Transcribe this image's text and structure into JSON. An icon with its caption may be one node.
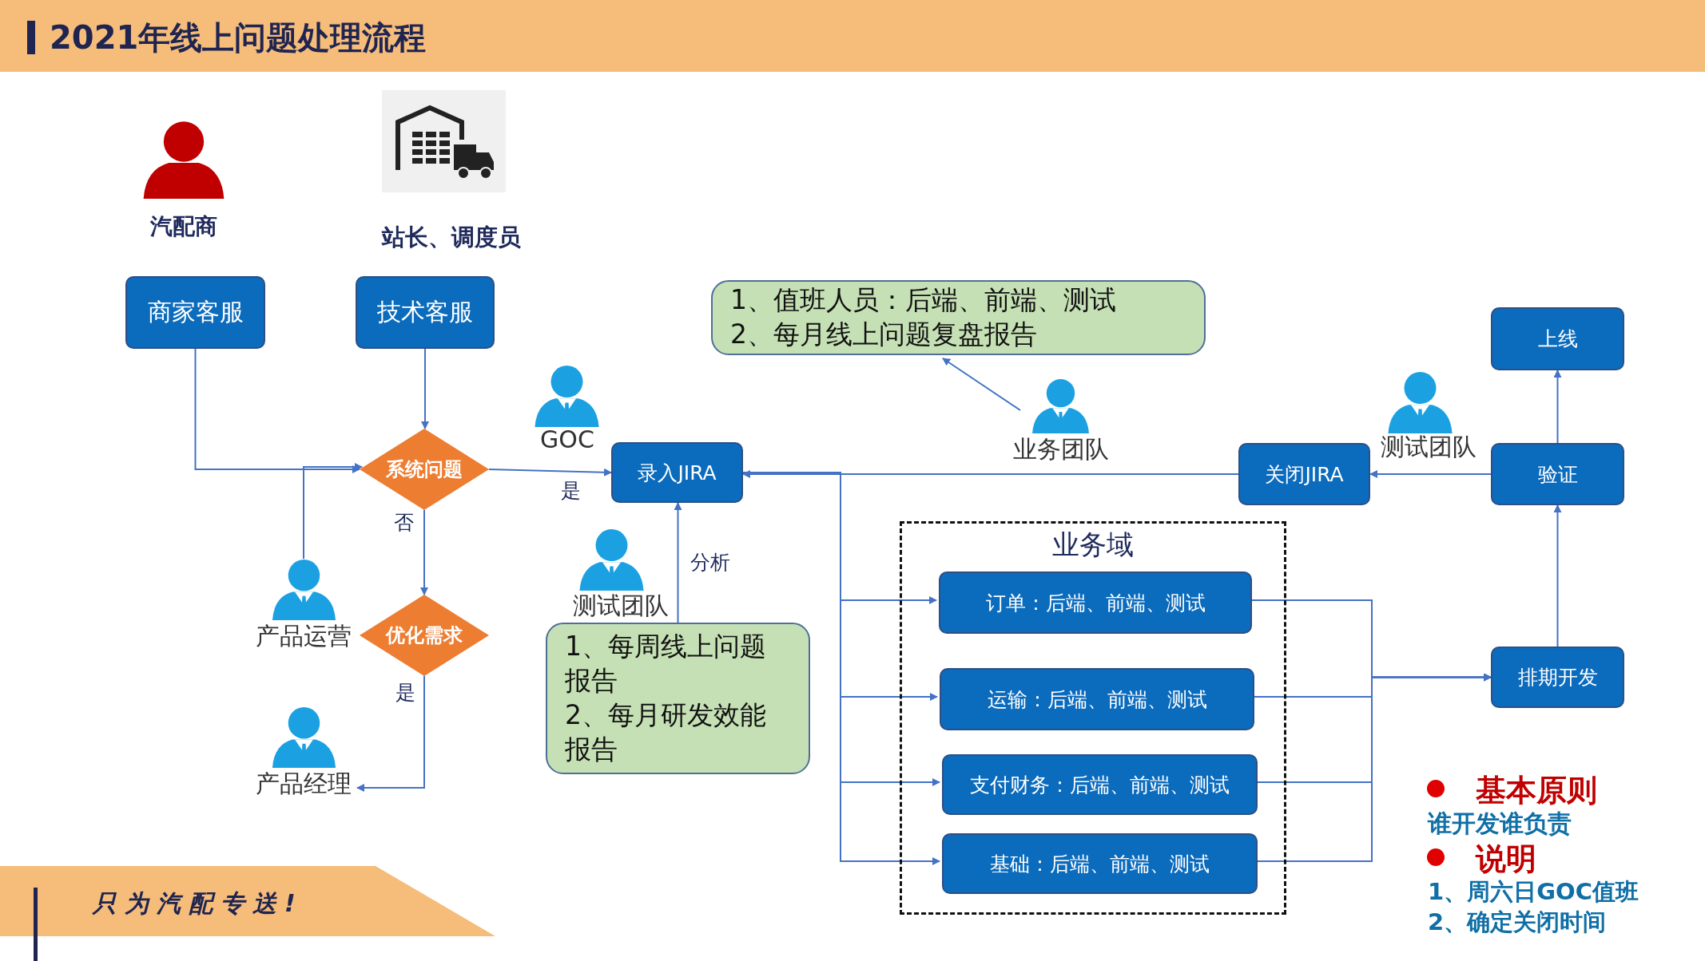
{
  "diagram": {
    "title": "2021年线上问题处理流程",
    "nodes": [
      {
        "text": [
          "商家客服"
        ]
      },
      {
        "text": [
          "技术客服"
        ]
      },
      {
        "text": [
          "系统问题"
        ]
      },
      {
        "text": [
          "优化需求"
        ]
      },
      {
        "text": [
          "产品运营"
        ]
      },
      {
        "text": [
          "产品经理"
        ]
      },
      {
        "text": [
          "录入JIRA"
        ]
      },
      {
        "text": [
          "1、每周线上问题报告",
          "2、每月研发效能报告"
        ]
      },
      {
        "text": [
          "1、值班人员：后端、前端、测试",
          "2、每月线上问题复盘报告"
        ]
      },
      {
        "text": [
          "业务团队"
        ]
      },
      {
        "text": [
          "关闭JIRA"
        ]
      },
      {
        "text": [
          "验证"
        ]
      },
      {
        "text": [
          "上线"
        ]
      },
      {
        "text": [
          "排期开发"
        ]
      },
      {
        "text": [
          "业务域"
        ]
      },
      {
        "text": [
          "订单：后端、前端、测试"
        ],
        "in": 14
      },
      {
        "text": [
          "运输：后端、前端、测试"
        ],
        "in": 14
      },
      {
        "text": [
          "支付财务：后端、前端、测试"
        ],
        "in": 14
      },
      {
        "text": [
          "基础：后端、前端、测试"
        ],
        "in": 14
      }
    ],
    "edges": [
      {
        "from": 0,
        "to": 2,
        "arrow": "to"
      },
      {
        "from": 1,
        "to": 2,
        "arrow": "to"
      },
      {
        "from": 4,
        "to": 2,
        "arrow": "to"
      },
      {
        "from": 2,
        "to": 6,
        "arrow": "to",
        "label": "是"
      },
      {
        "from": 2,
        "to": 3,
        "arrow": "to",
        "label": "否"
      },
      {
        "from": 3,
        "to": 5,
        "arrow": "to",
        "label": "是"
      },
      {
        "from": 7,
        "to": 6,
        "arrow": "to",
        "label": "分析"
      },
      {
        "from": 9,
        "to": 8,
        "arrow": "to"
      },
      {
        "from": 10,
        "to": 6,
        "arrow": "to"
      },
      {
        "from": 6,
        "to": 15,
        "arrow": "to"
      },
      {
        "from": 6,
        "to": 16,
        "arrow": "to"
      },
      {
        "from": 6,
        "to": 17,
        "arrow": "to"
      },
      {
        "from": 6,
        "to": 18,
        "arrow": "to"
      },
      {
        "from": 15,
        "to": 13,
        "arrow": "to"
      },
      {
        "from": 16,
        "to": 13,
        "arrow": "to"
      },
      {
        "from": 17,
        "to": 13,
        "arrow": "to"
      },
      {
        "from": 18,
        "to": 13,
        "arrow": "to"
      },
      {
        "from": 13,
        "to": 11,
        "arrow": "to"
      },
      {
        "from": 11,
        "to": 12,
        "arrow": "to"
      },
      {
        "from": 11,
        "to": 10,
        "arrow": "to"
      }
    ],
    "labels": [
      "汽配商",
      "站长、调度员",
      "GOC",
      "测试团队",
      "测试团队",
      "基本原则",
      "谁开发谁负责",
      "说明",
      "1、周六日GOC值班",
      "2、确定关闭时间",
      "只为汽配专送!"
    ]
  }
}
